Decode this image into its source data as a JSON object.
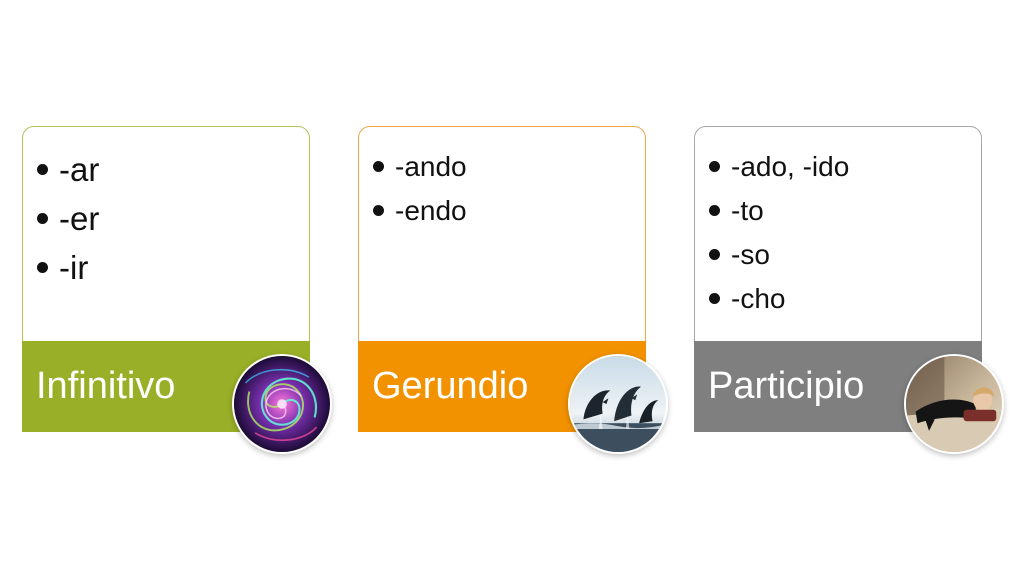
{
  "cards": [
    {
      "title": "Infinitivo",
      "band_color": "#9aaf28",
      "border_color": "#b3c35a",
      "items": [
        "-ar",
        "-er",
        "-ir"
      ],
      "image_icon": "swirl-image-icon"
    },
    {
      "title": "Gerundio",
      "band_color": "#f39200",
      "border_color": "#f2a64a",
      "items": [
        "-ando",
        "-endo"
      ],
      "image_icon": "dolphins-image-icon"
    },
    {
      "title": "Participio",
      "band_color": "#7f7f7f",
      "border_color": "#a6a6a6",
      "items": [
        "-ado, -ido",
        "-to",
        "-so",
        "-cho"
      ],
      "image_icon": "sleeping-person-image-icon"
    }
  ]
}
